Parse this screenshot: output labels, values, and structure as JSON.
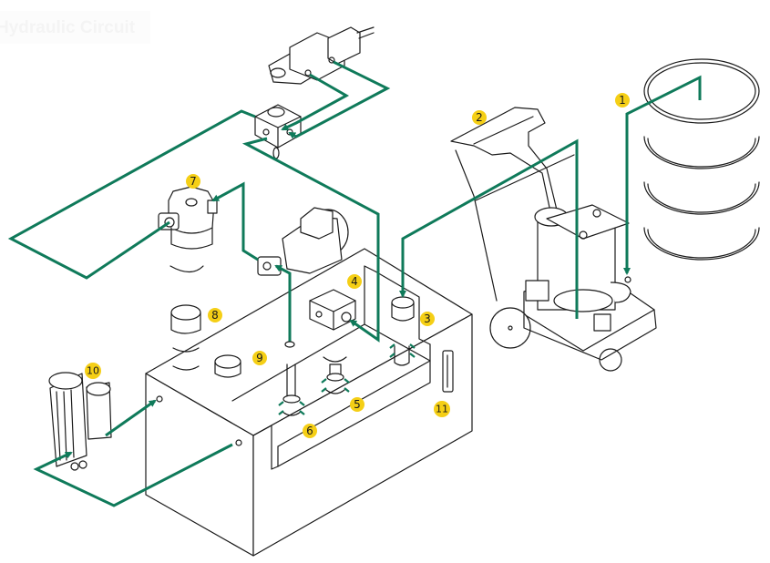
{
  "title": "Hydraulic Circuit",
  "colors": {
    "pipe": "#0f7a5a",
    "badge": "#f5cf16",
    "outline": "#1a1a1a"
  },
  "components": [
    {
      "id": "1",
      "label": "1",
      "name": "oil-drum"
    },
    {
      "id": "2",
      "label": "2",
      "name": "mobile-filter-unit"
    },
    {
      "id": "3",
      "label": "3",
      "name": "filler-breather"
    },
    {
      "id": "4",
      "label": "4",
      "name": "junction-box"
    },
    {
      "id": "5",
      "label": "5",
      "name": "return-filter"
    },
    {
      "id": "6",
      "label": "6",
      "name": "suction-strainer"
    },
    {
      "id": "7",
      "label": "7",
      "name": "pressure-filter"
    },
    {
      "id": "8",
      "label": "8",
      "name": "tank-cap"
    },
    {
      "id": "9",
      "label": "9",
      "name": "breather-cap"
    },
    {
      "id": "10",
      "label": "10",
      "name": "offline-pump-filter"
    },
    {
      "id": "11",
      "label": "11",
      "name": "level-gauge"
    }
  ]
}
